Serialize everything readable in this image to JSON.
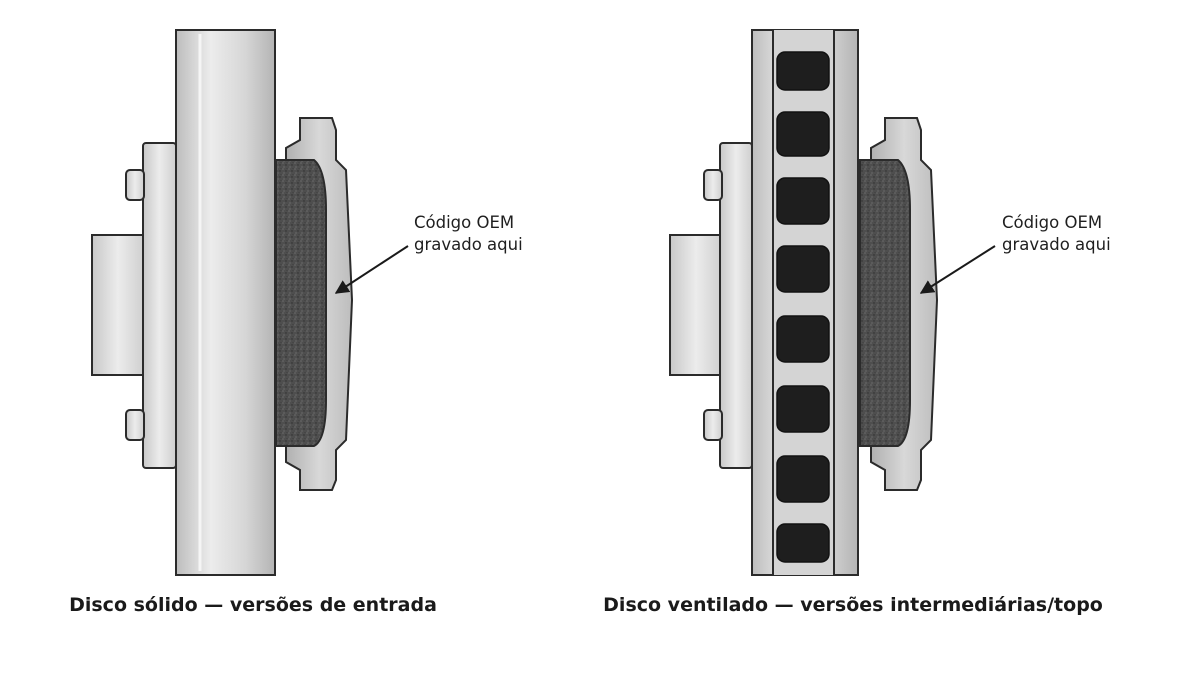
{
  "left_figure": {
    "annotation_line1": "Código OEM",
    "annotation_line2": "gravado aqui",
    "caption": "Disco sólido — versões de entrada"
  },
  "right_figure": {
    "annotation_line1": "Código OEM",
    "annotation_line2": "gravado aqui",
    "caption": "Disco ventilado — versões intermediárias/topo"
  },
  "colors": {
    "outline": "#2b2b2b",
    "metal_light": "#e2e2e2",
    "metal_mid": "#c9c9c9",
    "pad_dark": "#4a4a4a",
    "vane_dark": "#1e1e1e"
  }
}
